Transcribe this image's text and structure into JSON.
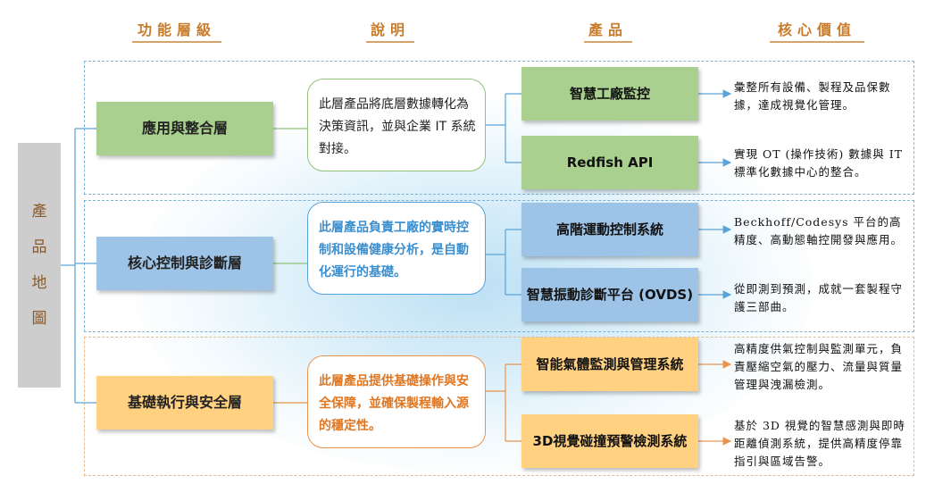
{
  "headers": {
    "layer": "功能層級",
    "desc": "說明",
    "product": "產品",
    "value": "核心價值"
  },
  "product_map": [
    "產",
    "品",
    "地",
    "圖"
  ],
  "layers": [
    {
      "name": "應用與整合層",
      "color": "#a9d08e",
      "description": "此層產品將底層數據轉化為決策資訊，並與企業 IT 系統對接。",
      "products": [
        {
          "name": "智慧工廠監控",
          "value": "彙整所有設備、製程及品保數據，達成視覺化管理。"
        },
        {
          "name": "Redfish API",
          "value": "實現 OT (操作技術) 數據與 IT 標準化數據中心的整合。"
        }
      ]
    },
    {
      "name": "核心控制與診斷層",
      "color": "#9dc3e6",
      "description": "此層產品負責工廠的實時控制和設備健康分析，是自動化運行的基礎。",
      "products": [
        {
          "name": "高階運動控制系統",
          "value": "Beckhoff/Codesys 平台的高精度、高動態軸控開發與應用。"
        },
        {
          "name": "智慧振動診斷平台 (OVDS)",
          "value": "從即測到預測，成就一套製程守護三部曲。"
        }
      ]
    },
    {
      "name": "基礎執行與安全層",
      "color": "#ffd180",
      "description": "此層產品提供基礎操作與安全保障，並確保製程輸入源的穩定性。",
      "products": [
        {
          "name": "智能氣體監測與管理系統",
          "value": "高精度供氣控制與監測單元，負責壓縮空氣的壓力、流量與質量管理與洩漏檢測。"
        },
        {
          "name": "3D視覺碰撞預警檢測系統",
          "value": "基於 3D 視覺的智慧感測與即時距離偵測系統，提供高精度停靠指引與區域告警。"
        }
      ]
    }
  ]
}
